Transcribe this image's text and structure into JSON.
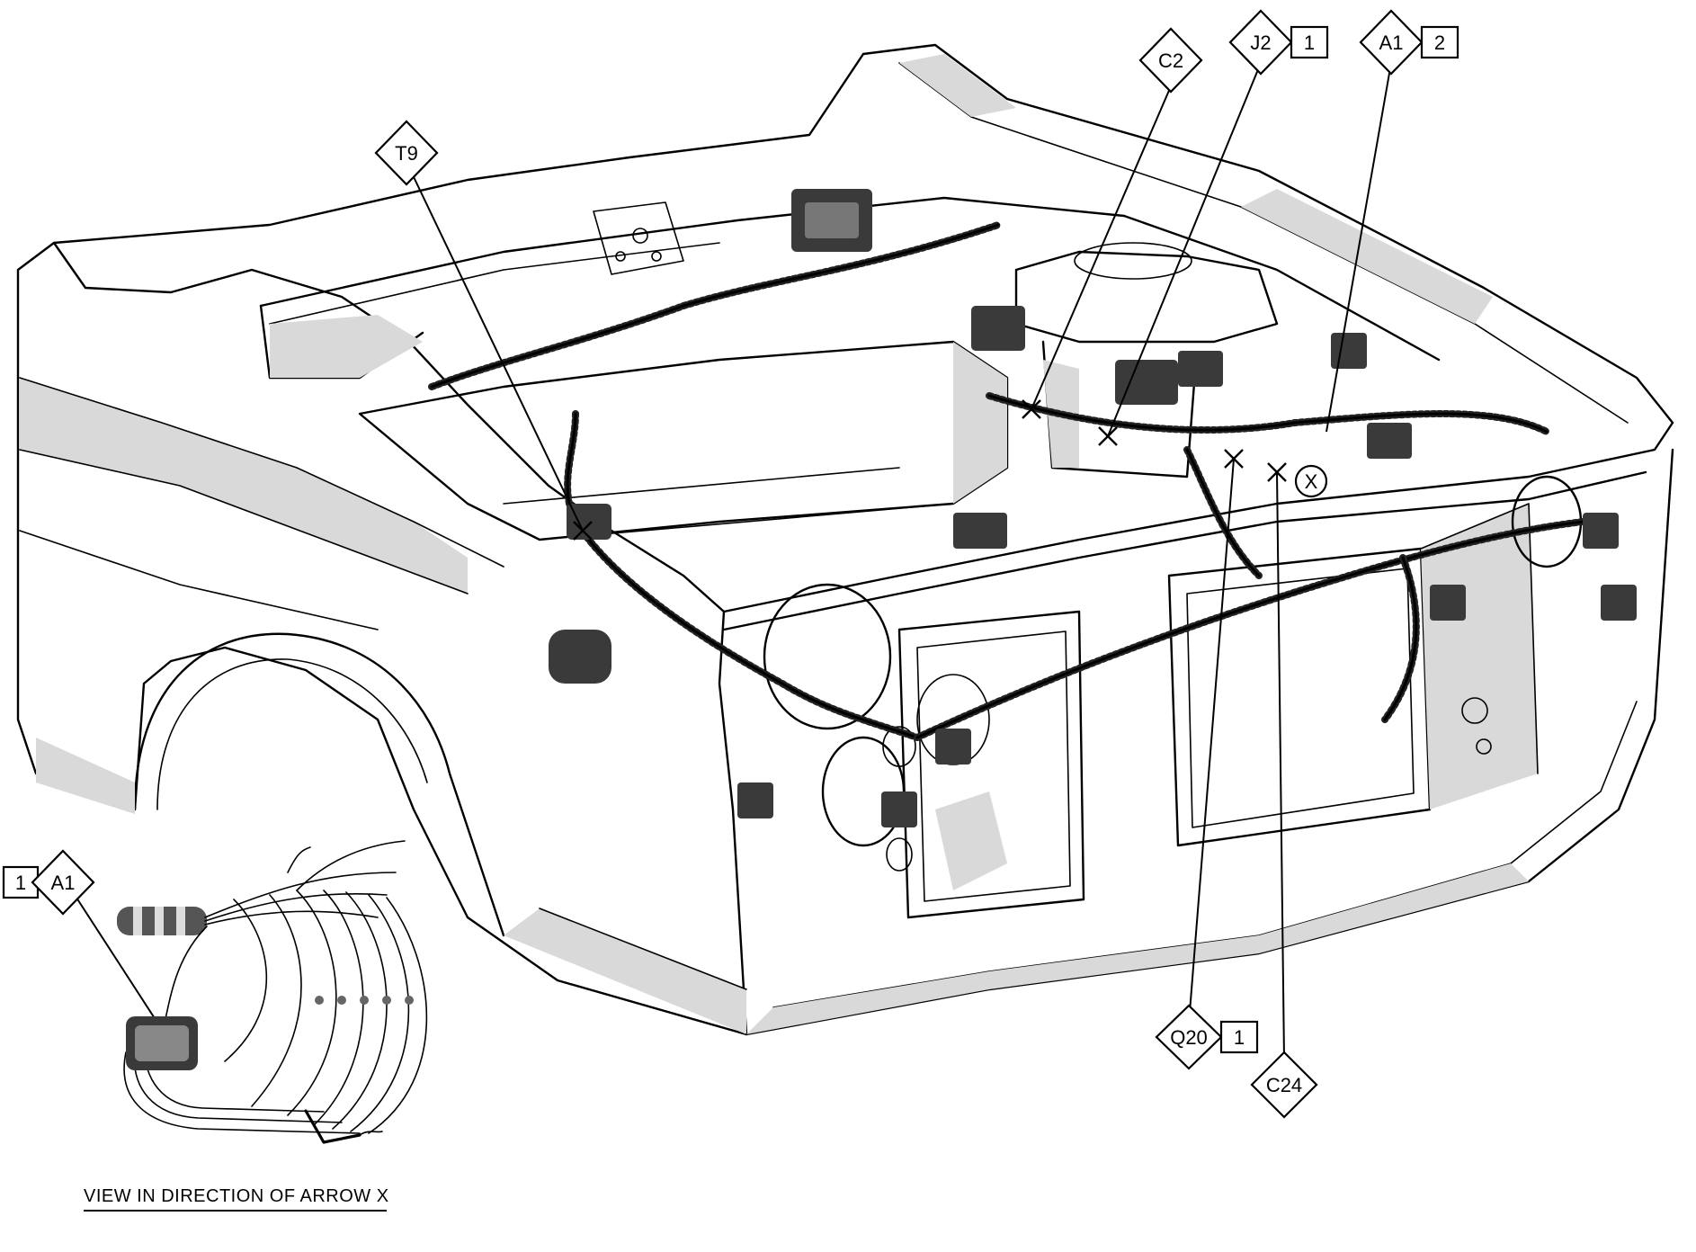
{
  "labels": {
    "t9": "T9",
    "c2": "C2",
    "j2": "J2",
    "j2_num": "1",
    "a1_top": "A1",
    "a1_top_num": "2",
    "x_marker": "X",
    "q20": "Q20",
    "q20_num": "1",
    "c24": "C24",
    "a1_inset": "A1",
    "a1_inset_num": "1"
  },
  "caption": "VIEW IN DIRECTION OF ARROW X"
}
